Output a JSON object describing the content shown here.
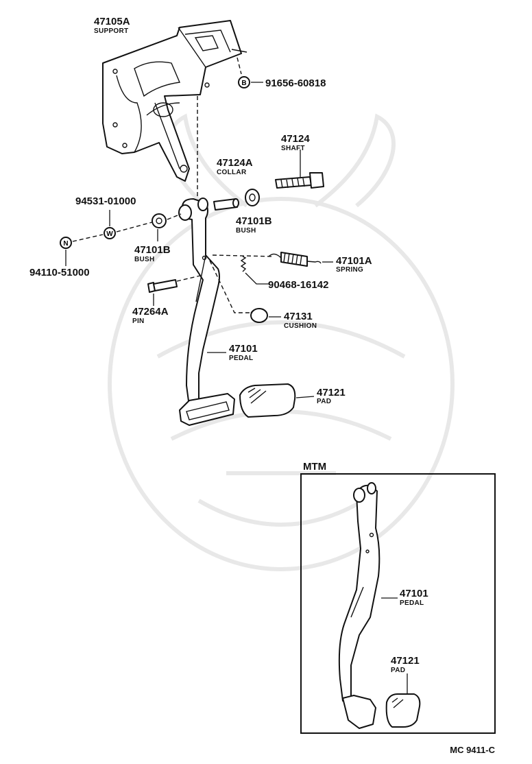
{
  "parts": {
    "support": {
      "number": "47105A",
      "name": "SUPPORT"
    },
    "nut_top": {
      "number": "91656-60818",
      "name": ""
    },
    "shaft": {
      "number": "47124",
      "name": "SHAFT"
    },
    "collar": {
      "number": "47124A",
      "name": "COLLAR"
    },
    "bush_right": {
      "number": "47101B",
      "name": "BUSH"
    },
    "washer": {
      "number": "94531-01000",
      "name": ""
    },
    "bush_left": {
      "number": "47101B",
      "name": "BUSH"
    },
    "nut_left": {
      "number": "94110-51000",
      "name": ""
    },
    "spring": {
      "number": "47101A",
      "name": "SPRING"
    },
    "clip": {
      "number": "90468-16142",
      "name": ""
    },
    "pin": {
      "number": "47264A",
      "name": "PIN"
    },
    "cushion": {
      "number": "47131",
      "name": "CUSHION"
    },
    "pedal": {
      "number": "47101",
      "name": "PEDAL"
    },
    "pad": {
      "number": "47121",
      "name": "PAD"
    },
    "mtm_pedal": {
      "number": "47101",
      "name": "PEDAL"
    },
    "mtm_pad": {
      "number": "47121",
      "name": "PAD"
    }
  },
  "symbols": {
    "nut_b": "B",
    "washer_w": "W",
    "nut_n": "N"
  },
  "inset": {
    "title": "MTM"
  },
  "reference": "MC 9411-C"
}
